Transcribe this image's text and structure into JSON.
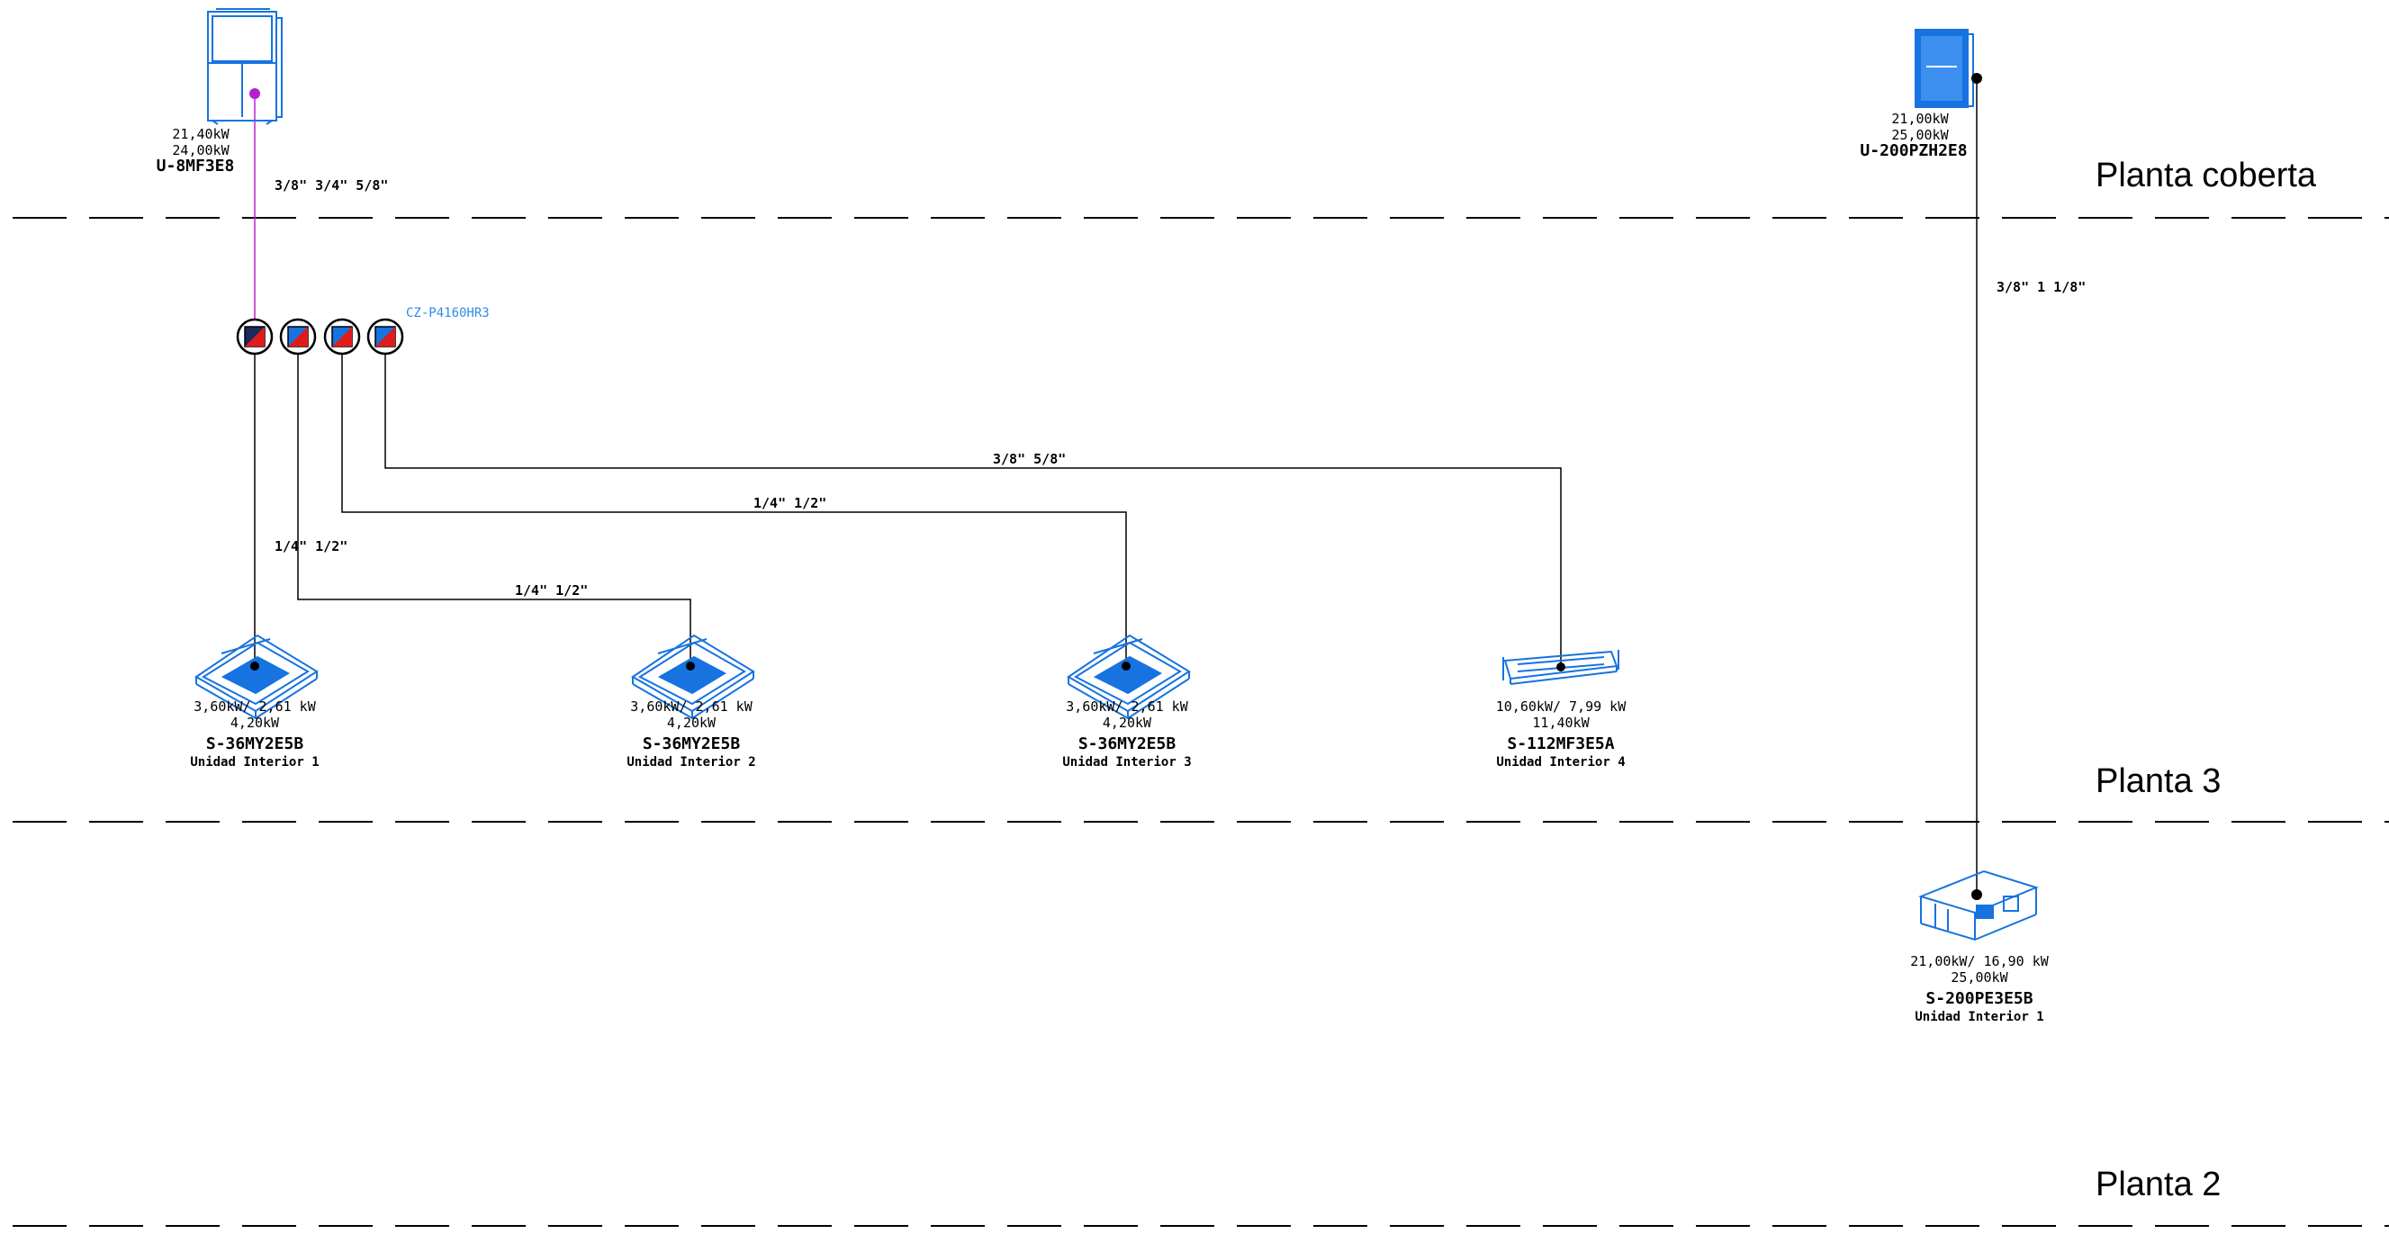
{
  "floors": [
    {
      "label": "Planta coberta"
    },
    {
      "label": "Planta 3"
    },
    {
      "label": "Planta 2"
    }
  ],
  "colors": {
    "equipment": "#1673e0",
    "pipe": "#000000",
    "magenta_pipe": "#c21fd3",
    "branch_red": "#e01b1b",
    "controller_text": "#2e8ae6"
  },
  "controller": {
    "label": "CZ-P4160HR3"
  },
  "outdoor_units": [
    {
      "line1": "21,40kW",
      "line2": "24,00kW",
      "model": "U-8MF3E8",
      "pipe": "3/8\" 3/4\" 5/8\""
    },
    {
      "line1": "21,00kW",
      "line2": "25,00kW",
      "model": "U-200PZH2E8",
      "pipe": "3/8\" 1 1/8\""
    }
  ],
  "indoor_units": [
    {
      "line1": "3,60kW/ 2,61 kW",
      "line2": "4,20kW",
      "model": "S-36MY2E5B",
      "name": "Unidad Interior 1",
      "pipe": "1/4\" 1/2\""
    },
    {
      "line1": "3,60kW/ 2,61 kW",
      "line2": "4,20kW",
      "model": "S-36MY2E5B",
      "name": "Unidad Interior 2",
      "pipe": "1/4\" 1/2\""
    },
    {
      "line1": "3,60kW/ 2,61 kW",
      "line2": "4,20kW",
      "model": "S-36MY2E5B",
      "name": "Unidad Interior 3",
      "pipe": "1/4\" 1/2\""
    },
    {
      "line1": "10,60kW/ 7,99 kW",
      "line2": "11,40kW",
      "model": "S-112MF3E5A",
      "name": "Unidad Interior 4",
      "pipe": "3/8\" 5/8\""
    },
    {
      "line1": "21,00kW/ 16,90 kW",
      "line2": "25,00kW",
      "model": "S-200PE3E5B",
      "name": "Unidad Interior 1"
    }
  ]
}
